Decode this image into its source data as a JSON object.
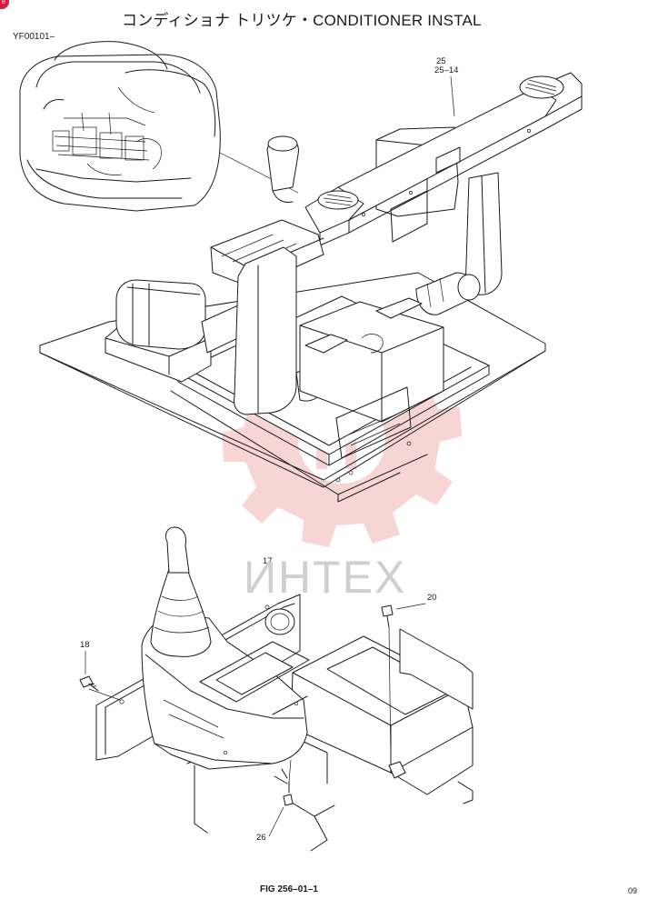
{
  "header": {
    "title": "コンディショナ トリツケ・CONDITIONER INSTAL",
    "serial": "YF00101–"
  },
  "callouts": [
    {
      "id": "c25",
      "text": "25"
    },
    {
      "id": "c25-14",
      "text": "25–14"
    },
    {
      "id": "c17",
      "text": "17"
    },
    {
      "id": "c18",
      "text": "18"
    },
    {
      "id": "c20",
      "text": "20"
    },
    {
      "id": "c26",
      "text": "26"
    }
  ],
  "watermark": {
    "text": "ИНТЕХ",
    "color": "#f2a8a8"
  },
  "footer": {
    "figure": "FIG 256–01–1",
    "page": "09"
  },
  "badge": {
    "color": "#d81b3a",
    "text": "8"
  }
}
